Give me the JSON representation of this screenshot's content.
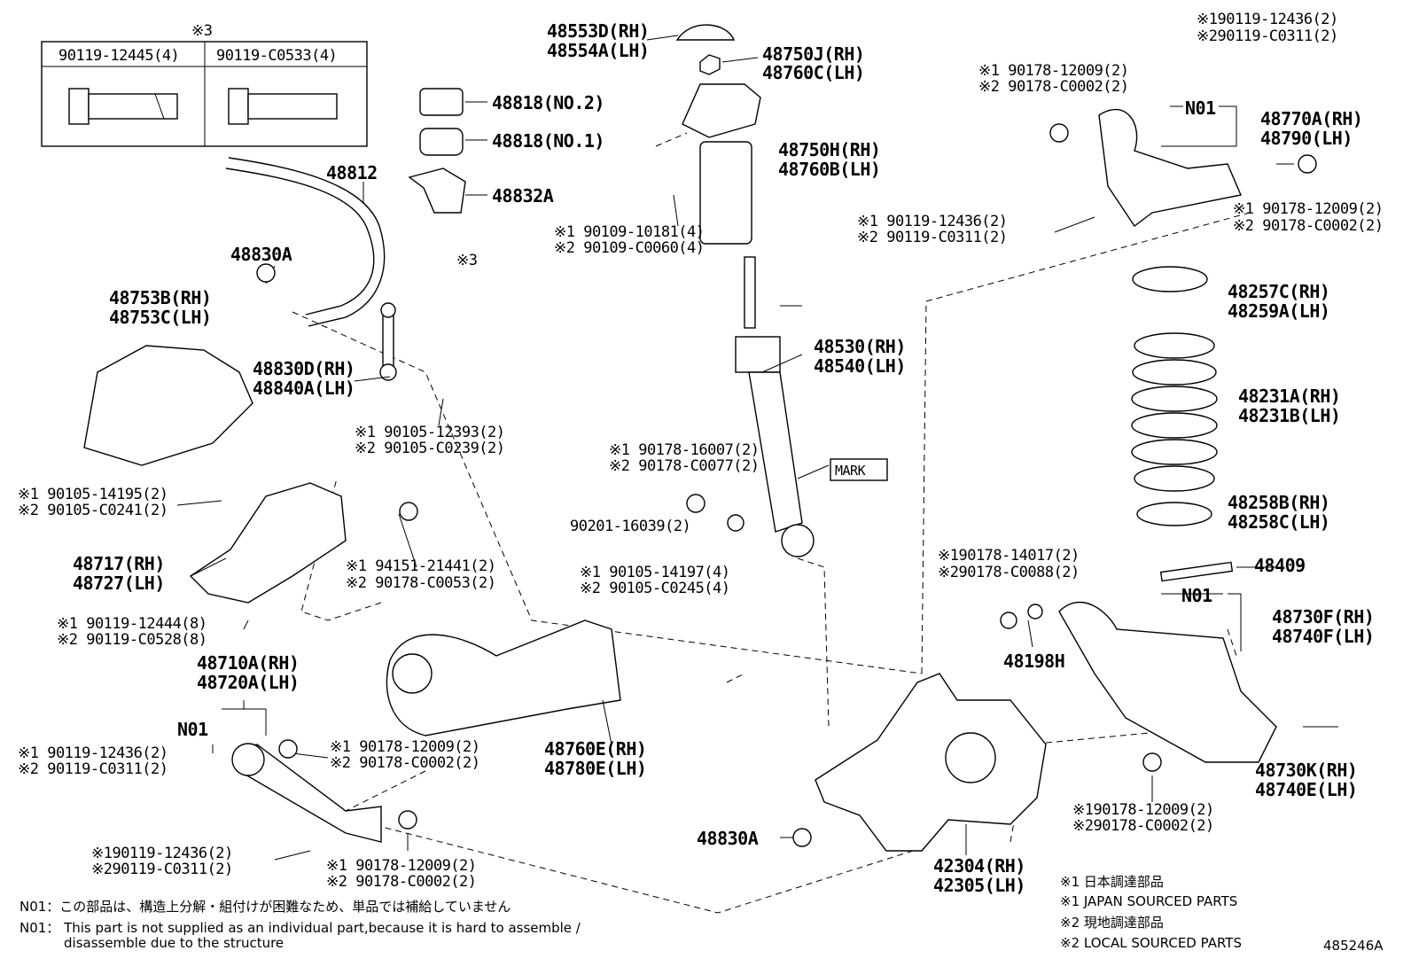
{
  "diagram_code": "485246A",
  "box": {
    "header": "※3",
    "col1": "90119-12445(4)",
    "col2": "90119-C0533(4)"
  },
  "labels": {
    "l48553D": "48553D(RH)",
    "l48554A": "48554A(LH)",
    "l48750J": "48750J(RH)",
    "l48760C": "48760C(LH)",
    "l48750H": "48750H(RH)",
    "l48760B": "48760B(LH)",
    "l90109a": "※1 90109-10181(4)",
    "l90109b": "※2 90109-C0060(4)",
    "l48530": "48530(RH)",
    "l48540": "48540(LH)",
    "mark": "MARK",
    "l90178a": "※1 90178-16007(2)",
    "l90178b": "※2 90178-C0077(2)",
    "l90201": "90201-16039(2)",
    "l48818n2": "48818(NO.2)",
    "l48818n1": "48818(NO.1)",
    "l48832A": "48832A",
    "l48812": "48812",
    "ref3": "※3",
    "l48830A": "48830A",
    "l48753B": "48753B(RH)",
    "l48753C": "48753C(LH)",
    "l48830D": "48830D(RH)",
    "l48840A": "48840A(LH)",
    "l90105a": "※1 90105-12393(2)",
    "l90105b": "※2 90105-C0239(2)",
    "l90105c": "※1 90105-14195(2)",
    "l90105d": "※2 90105-C0241(2)",
    "l48717": "48717(RH)",
    "l48727": "48727(LH)",
    "l94151a": "※1 94151-21441(2)",
    "l94151b": "※2 90178-C0053(2)",
    "l90105e": "※1 90105-14197(4)",
    "l90105f": "※2 90105-C0245(4)",
    "l90119a": "※1 90119-12444(8)",
    "l90119b": "※2 90119-C0528(8)",
    "l48710A": "48710A(RH)",
    "l48720A": "48720A(LH)",
    "n01a": "N01",
    "l90119c": "※1 90119-12436(2)",
    "l90119d": "※2 90119-C0311(2)",
    "l90178c": "※1 90178-12009(2)",
    "l90178d": "※2 90178-C0002(2)",
    "l48760E": "48760E(RH)",
    "l48780E": "48780E(LH)",
    "l90119e": "※190119-12436(2)",
    "l90119f": "※290119-C0311(2)",
    "l90178e": "※1 90178-12009(2)",
    "l90178f": "※2 90178-C0002(2)",
    "l48830A2": "48830A",
    "l42304": "42304(RH)",
    "l42305": "42305(LH)",
    "l90119g": "※190119-12436(2)",
    "l90119h": "※290119-C0311(2)",
    "l90178g": "※1 90178-12009(2)",
    "l90178h": "※2 90178-C0002(2)",
    "n01b": "N01",
    "l48770A": "48770A(RH)",
    "l48790": "48790(LH)",
    "l90178i": "※1 90178-12009(2)",
    "l90178j": "※2 90178-C0002(2)",
    "l90119i": "※1 90119-12436(2)",
    "l90119j": "※2 90119-C0311(2)",
    "l48257C": "48257C(RH)",
    "l48259A": "48259A(LH)",
    "l48231A": "48231A(RH)",
    "l48231B": "48231B(LH)",
    "l48258B": "48258B(RH)",
    "l48258C": "48258C(LH)",
    "l90178k": "※190178-14017(2)",
    "l90178l": "※290178-C0088(2)",
    "l48409": "48409",
    "n01c": "N01",
    "l48730F": "48730F(RH)",
    "l48740F": "48740F(LH)",
    "l48198H": "48198H",
    "l48730K": "48730K(RH)",
    "l48740E": "48740E(LH)",
    "l90178m": "※190178-12009(2)",
    "l90178n": "※290178-C0002(2)"
  },
  "notes": {
    "n01_jp": "N01：この部品は、構造上分解・組付けが困難なため、単品では補給していません",
    "n01_en1": "N01： This part is not supplied as an individual part,because it is hard to assemble /",
    "n01_en2": "disassemble due to the structure",
    "src1_jp": "※1 日本調達部品",
    "src1_en": "※1 JAPAN SOURCED PARTS",
    "src2_jp": "※2 現地調達部品",
    "src2_en": "※2 LOCAL SOURCED PARTS"
  }
}
